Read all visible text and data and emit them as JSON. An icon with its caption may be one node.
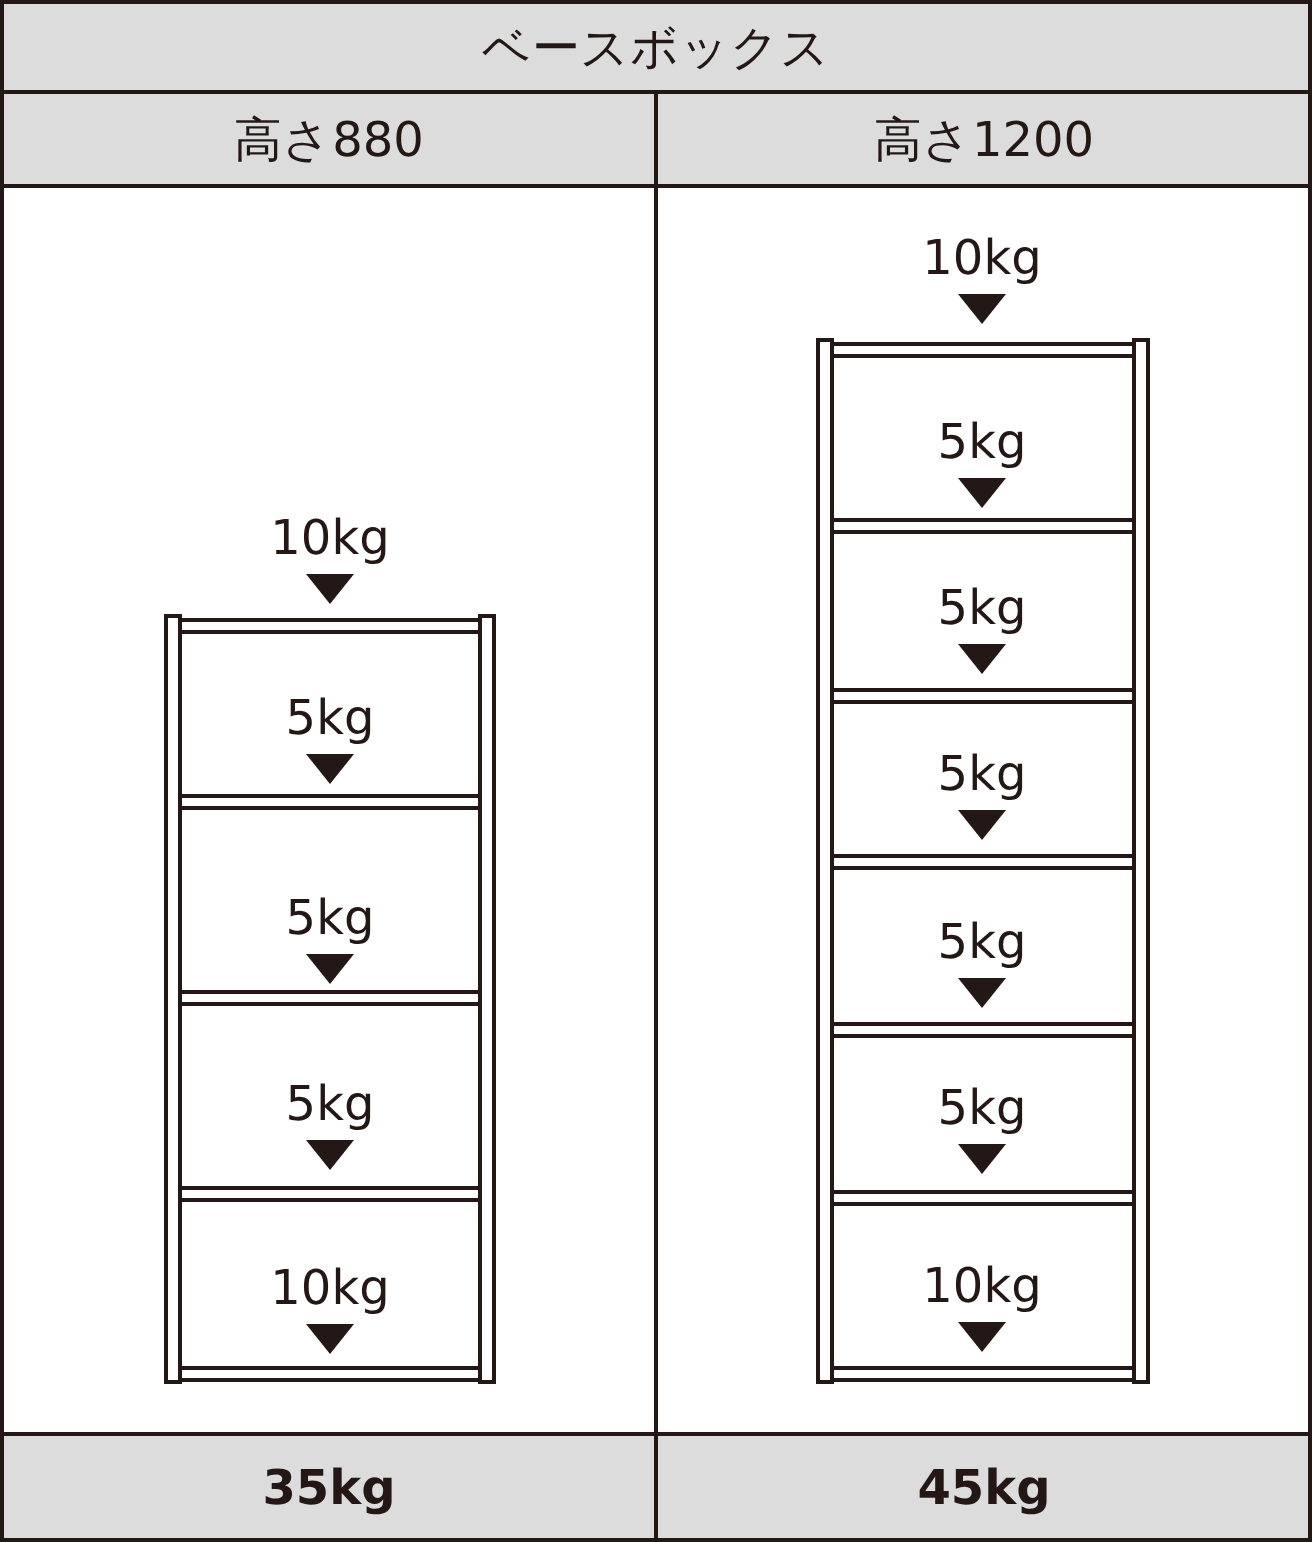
{
  "diagram": {
    "title": "ベースボックス",
    "labels": [
      "高さ880",
      "高さ1200",
      "10kg",
      "5kg",
      "5kg",
      "5kg",
      "10kg",
      "10kg",
      "5kg",
      "5kg",
      "5kg",
      "5kg",
      "5kg",
      "10kg",
      "35kg",
      "45kg"
    ]
  }
}
